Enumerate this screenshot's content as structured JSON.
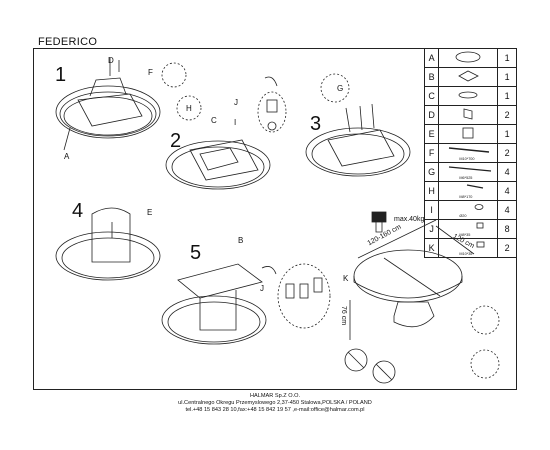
{
  "document": {
    "title": "FEDERICO",
    "steps": [
      "1",
      "2",
      "3",
      "4",
      "5"
    ],
    "callouts": [
      "A",
      "B",
      "C",
      "D",
      "E",
      "F",
      "G",
      "H",
      "I",
      "J",
      "K"
    ],
    "dimensions": {
      "extended": "120-160 cm",
      "width": "120 cm",
      "height": "76 cm",
      "max_load": "max.40kg"
    },
    "parts": [
      {
        "letter": "A",
        "spec": "",
        "qty": "1",
        "icon": "table-top-icon"
      },
      {
        "letter": "B",
        "spec": "",
        "qty": "1",
        "icon": "base-plate-icon"
      },
      {
        "letter": "C",
        "spec": "",
        "qty": "1",
        "icon": "column-icon"
      },
      {
        "letter": "D",
        "spec": "",
        "qty": "2",
        "icon": "bracket-icon"
      },
      {
        "letter": "E",
        "spec": "",
        "qty": "1",
        "icon": "panel-icon"
      },
      {
        "letter": "F",
        "spec": "M10*700",
        "qty": "2",
        "icon": "long-bolt-icon"
      },
      {
        "letter": "G",
        "spec": "M6*525",
        "qty": "4",
        "icon": "rod-icon"
      },
      {
        "letter": "H",
        "spec": "M8*170",
        "qty": "4",
        "icon": "bolt-icon"
      },
      {
        "letter": "I",
        "spec": "Ø20",
        "qty": "4",
        "icon": "washer-icon"
      },
      {
        "letter": "J",
        "spec": "M8*35",
        "qty": "8",
        "icon": "screw-icon"
      },
      {
        "letter": "K",
        "spec": "M10*35",
        "qty": "2",
        "icon": "screw-icon"
      }
    ],
    "footer": {
      "company": "HALMAR Sp.Z O.O.",
      "address": "ul.Centralnego Okregu Przemyslowego 2,37-450 Stalowa,POLSKA / POLAND",
      "contact": "tel.+48 15 843 28 10,fax:+48 15 842 19 57 ,e-mail:office@halmar.com.pl"
    }
  }
}
